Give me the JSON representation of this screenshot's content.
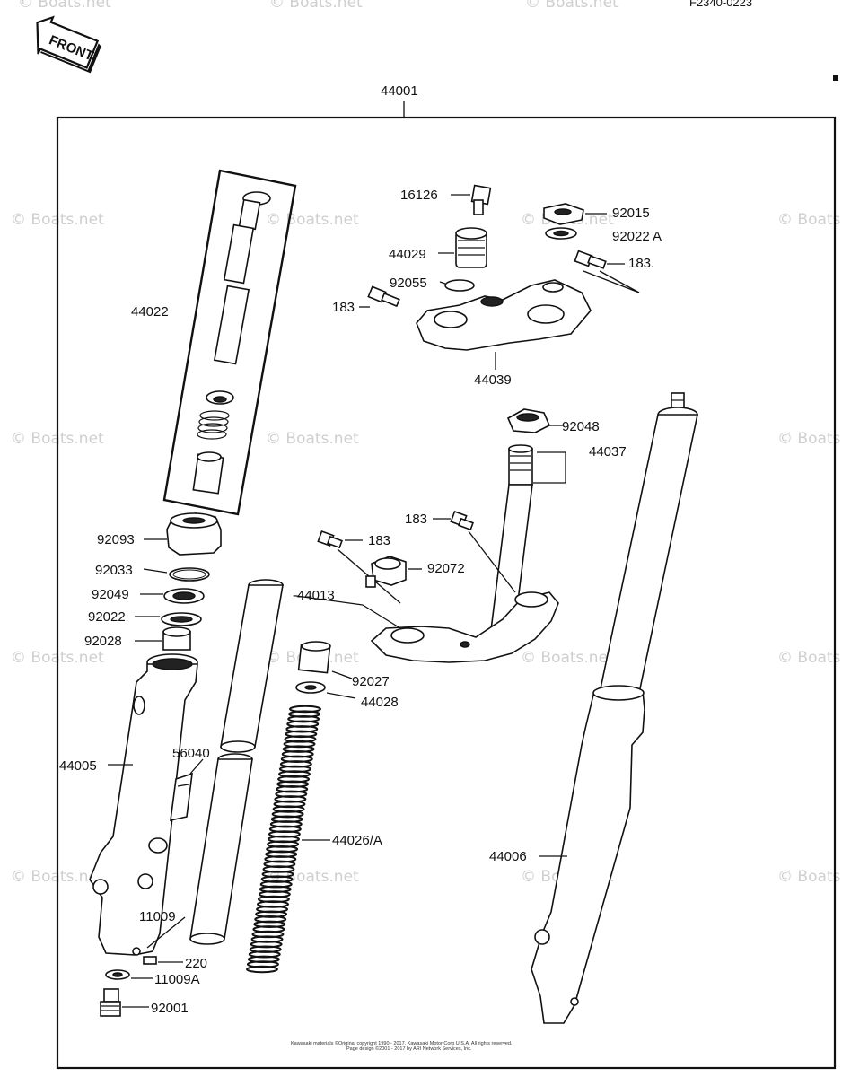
{
  "header": {
    "ref_code": "F2340-0223",
    "front_label": "FRONT"
  },
  "watermark": {
    "text": "© Boats.net"
  },
  "diagram": {
    "assembly_label": "44001",
    "part_labels": [
      {
        "id": "16126",
        "text": "16126"
      },
      {
        "id": "92015",
        "text": "92015"
      },
      {
        "id": "92022a-top",
        "text": "92022 A"
      },
      {
        "id": "44029",
        "text": "44029"
      },
      {
        "id": "183-right",
        "text": "183."
      },
      {
        "id": "92055",
        "text": "92055"
      },
      {
        "id": "183-left-top",
        "text": "183"
      },
      {
        "id": "44022",
        "text": "44022"
      },
      {
        "id": "44039",
        "text": "44039"
      },
      {
        "id": "92048",
        "text": "92048"
      },
      {
        "id": "44037",
        "text": "44037"
      },
      {
        "id": "183-mid",
        "text": "183"
      },
      {
        "id": "183-lower",
        "text": "183"
      },
      {
        "id": "92093",
        "text": "92093"
      },
      {
        "id": "92072",
        "text": "92072"
      },
      {
        "id": "92033",
        "text": "92033"
      },
      {
        "id": "92049",
        "text": "92049"
      },
      {
        "id": "44013",
        "text": "-44013"
      },
      {
        "id": "92022",
        "text": "92022"
      },
      {
        "id": "92028",
        "text": "92028"
      },
      {
        "id": "92027",
        "text": "92027"
      },
      {
        "id": "44028",
        "text": "44028"
      },
      {
        "id": "56040",
        "text": "56040"
      },
      {
        "id": "44005",
        "text": "44005"
      },
      {
        "id": "44026a",
        "text": "44026/A"
      },
      {
        "id": "44006",
        "text": "44006"
      },
      {
        "id": "11009",
        "text": "11009"
      },
      {
        "id": "220",
        "text": "220"
      },
      {
        "id": "11009a",
        "text": "11009A"
      },
      {
        "id": "92001",
        "text": "92001"
      }
    ]
  },
  "footer": {
    "line1": "Kawasaki materials ©Original copyright 1990 - 2017. Kawasaki Motor Corp U.S.A. All rights reserved.",
    "line2": "Page design ©2001 - 2017 by ARI Network Services, Inc."
  }
}
